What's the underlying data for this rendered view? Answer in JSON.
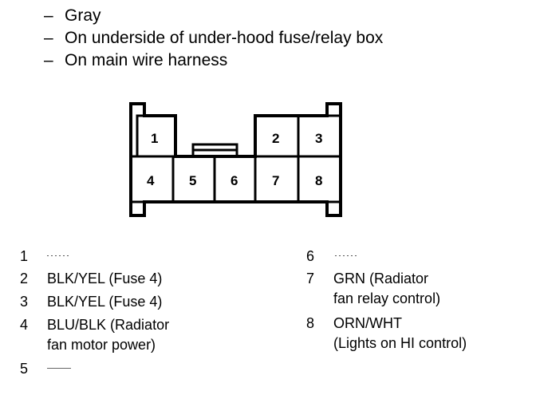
{
  "description": [
    "Gray",
    "On underside of under-hood fuse/relay box",
    "On main wire harness"
  ],
  "connector": {
    "top_row": [
      "1",
      "2",
      "3"
    ],
    "bottom_row": [
      "4",
      "5",
      "6",
      "7",
      "8"
    ]
  },
  "pins": {
    "p1": {
      "num": "1",
      "text": ""
    },
    "p2": {
      "num": "2",
      "text": "BLK/YEL (Fuse 4)"
    },
    "p3": {
      "num": "3",
      "text": "BLK/YEL (Fuse 4)"
    },
    "p4": {
      "num": "4",
      "text": "BLU/BLK (Radiator",
      "text2": "fan motor power)"
    },
    "p5": {
      "num": "5",
      "text": ""
    },
    "p6": {
      "num": "6",
      "text": ""
    },
    "p7": {
      "num": "7",
      "text": "GRN (Radiator",
      "text2": "fan relay control)"
    },
    "p8": {
      "num": "8",
      "text": "ORN/WHT",
      "text2": "(Lights on HI control)"
    }
  },
  "colors": {
    "ink": "#000000",
    "paper": "#ffffff"
  }
}
